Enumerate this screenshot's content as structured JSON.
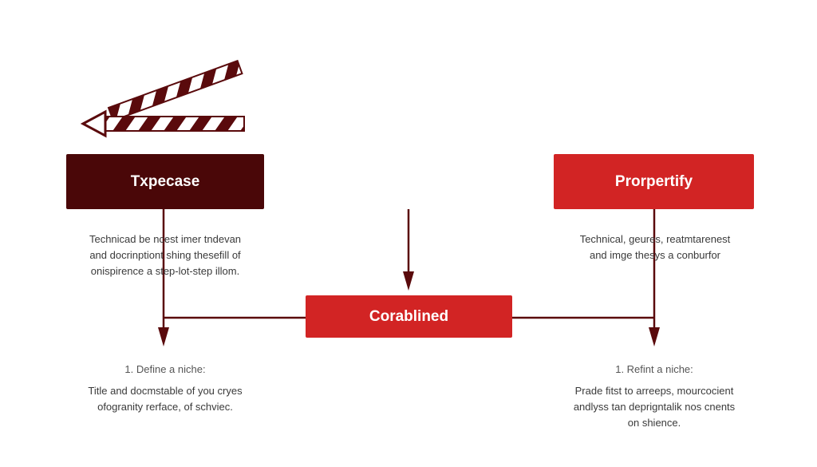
{
  "nodes": {
    "left": {
      "label": "Txpecase"
    },
    "right": {
      "label": "Prorpertify"
    },
    "center": {
      "label": "Corablined"
    }
  },
  "left_column": {
    "description": [
      "Technicad be ncest imer tndevan",
      "and docrinptiont shing thesefill of",
      "onispirence a step-lot-step illom."
    ],
    "step_title": "1. Define a niche:",
    "step_detail": [
      "Title and docmstable of you cryes",
      "ofogranity rerface, of schviec."
    ]
  },
  "right_column": {
    "description": [
      "Technical, geures, reatmtarenest",
      "and imge thesys a conburfor"
    ],
    "step_title": "1. Refint a niche:",
    "step_detail": [
      "Prade fitst to arreeps, mourcocient",
      "andlyss tan deprigntalik nos cnents",
      "on shience."
    ]
  },
  "colors": {
    "dark_red": "#4a0708",
    "bright_red": "#d22424",
    "connector": "#5a0a0c",
    "text": "#3a3a3a"
  },
  "icons": [
    "clapperboard-icon"
  ]
}
